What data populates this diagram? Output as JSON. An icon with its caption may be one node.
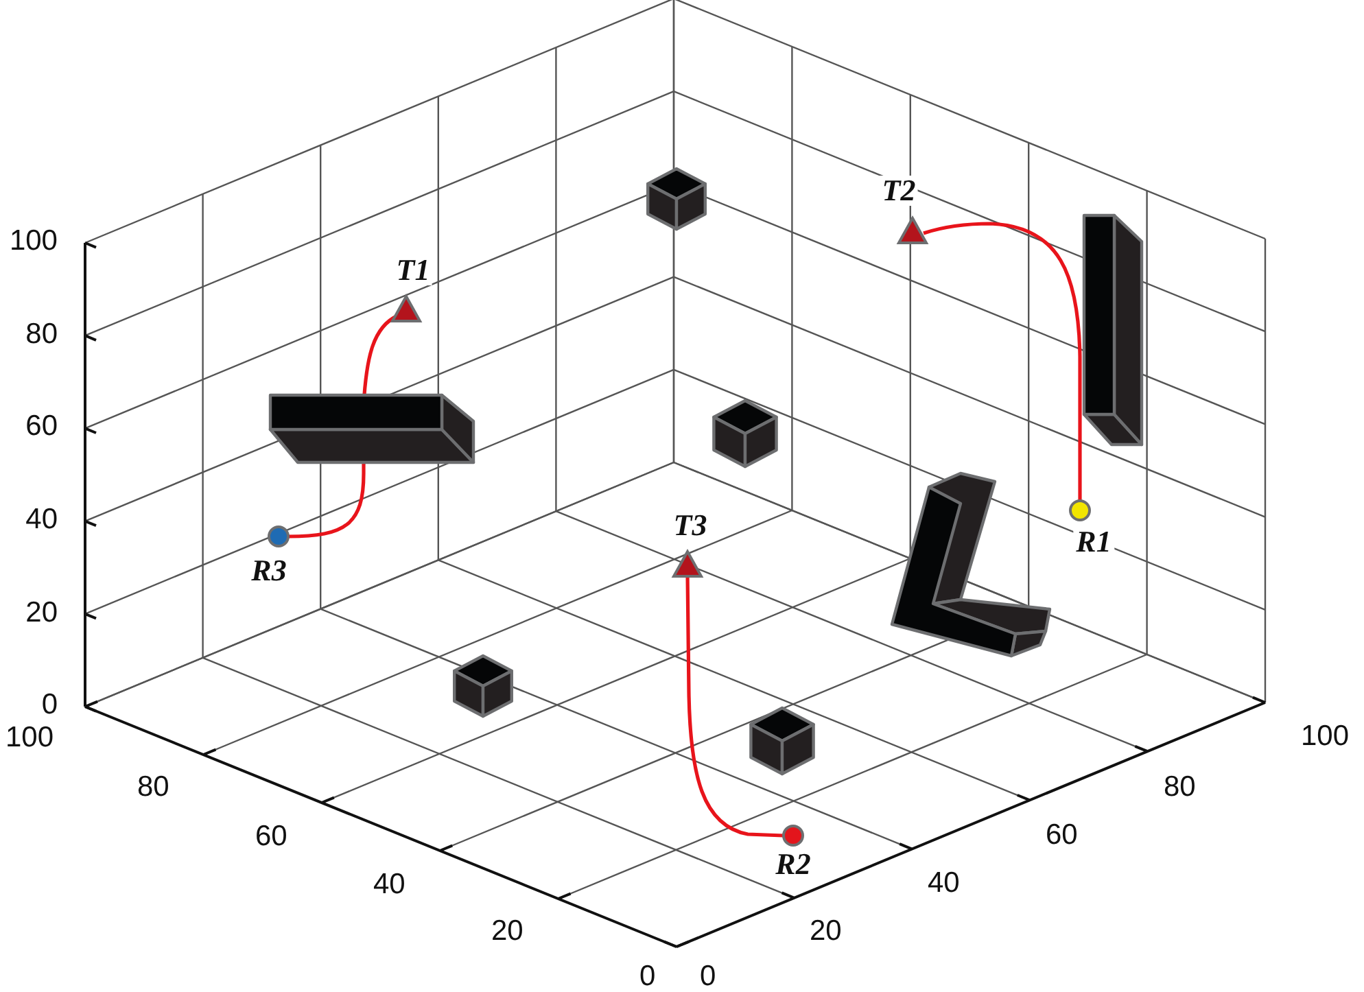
{
  "diagram": {
    "nodes": [
      {
        "text": [
          "T2"
        ]
      },
      {
        "text": [
          "T1"
        ]
      },
      {
        "text": [
          "R1"
        ]
      },
      {
        "text": [
          "T3"
        ]
      },
      {
        "text": [
          "R3"
        ]
      },
      {
        "text": [
          "R2"
        ]
      }
    ],
    "edges": [
      {
        "from": 2,
        "to": 0,
        "arrow": "none"
      },
      {
        "from": 4,
        "to": 1,
        "arrow": "none"
      },
      {
        "from": 5,
        "to": 3,
        "arrow": "none"
      }
    ],
    "labels": [
      "100",
      "80",
      "60",
      "40",
      "20",
      "0",
      "100",
      "80",
      "60",
      "40",
      "20",
      "0",
      "0",
      "20",
      "40",
      "60",
      "80",
      "100"
    ]
  }
}
